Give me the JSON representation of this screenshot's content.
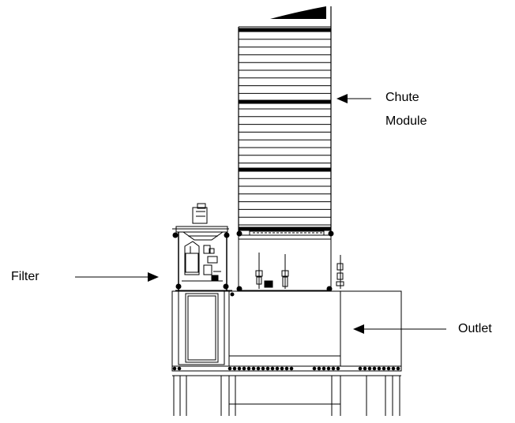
{
  "labels": {
    "chute_line1": "Chute",
    "chute_line2": "Module",
    "filter": "Filter",
    "outlet": "Outlet"
  }
}
